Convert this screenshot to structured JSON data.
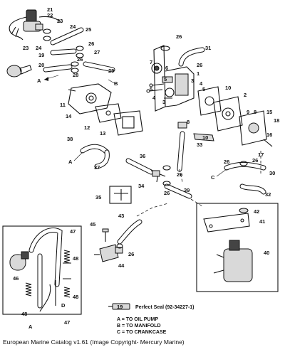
{
  "diagram": {
    "part_labels": [
      "1",
      "2",
      "3",
      "4",
      "5",
      "6",
      "7",
      "8",
      "9",
      "10",
      "11",
      "12",
      "13",
      "14",
      "15",
      "16",
      "17",
      "18",
      "19",
      "20",
      "21",
      "22",
      "23",
      "24",
      "25",
      "26",
      "27",
      "28",
      "29",
      "30",
      "31",
      "32",
      "33",
      "34",
      "35",
      "36",
      "37",
      "38",
      "39",
      "40",
      "41",
      "42",
      "43",
      "44",
      "45",
      "46",
      "47",
      "48"
    ],
    "flow_letters": {
      "a": "A",
      "b": "B",
      "c": "C",
      "d": "D"
    },
    "sealant": {
      "tube_label": "19",
      "text": "Perfect Seal (92-34227-1)"
    },
    "legend": [
      "A = TO OIL PUMP",
      "B = TO MANIFOLD",
      "C = TO CRANKCASE"
    ],
    "caption": "European Marine Catalog v1.61 (Image Copyright- Mercury Marine)"
  }
}
